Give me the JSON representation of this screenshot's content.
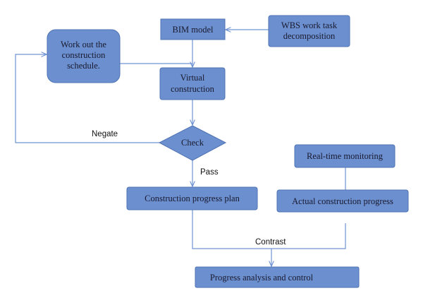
{
  "colors": {
    "node_fill": "#6b8fcf",
    "node_stroke": "#4f73b3",
    "edge": "#6f93d2",
    "text": "#1a1a2e"
  },
  "nodes": {
    "bim_model": "BIM model",
    "wbs": [
      "WBS work task",
      "decomposition"
    ],
    "schedule": [
      "Work out the",
      "construction",
      "schedule."
    ],
    "virtual_construction": [
      "Virtual",
      "construction"
    ],
    "check": "Check",
    "progress_plan": "Construction progress plan",
    "real_time_monitoring": "Real-time monitoring",
    "actual_progress": "Actual construction progress",
    "analysis_control": "Progress analysis and control"
  },
  "edge_labels": {
    "negate": "Negate",
    "pass": "Pass",
    "contrast": "Contrast"
  }
}
